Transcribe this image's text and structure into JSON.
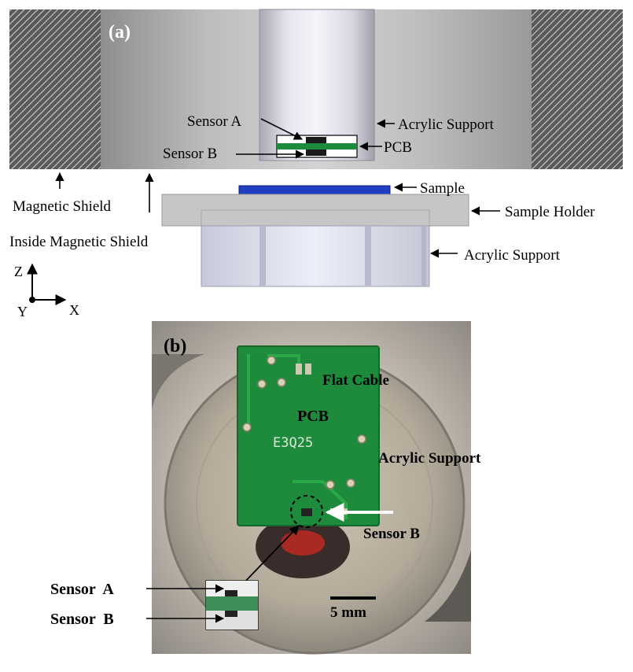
{
  "panel_a": {
    "label": "(a)",
    "labels": {
      "sensor_a": "Sensor A",
      "sensor_b": "Sensor B",
      "acrylic_support_top": "Acrylic Support",
      "pcb": "PCB",
      "sample": "Sample",
      "sample_holder": "Sample Holder",
      "acrylic_support_bottom": "Acrylic Support",
      "magnetic_shield": "Magnetic Shield",
      "inside_magnetic_shield": "Inside Magnetic Shield"
    },
    "axes": {
      "z": "Z",
      "y": "Y",
      "x": "X"
    }
  },
  "panel_b": {
    "label": "(b)",
    "labels": {
      "flat_cable": "Flat Cable",
      "pcb": "PCB",
      "pcb_code": "E3Q25",
      "acrylic_support": "Acrylic Support",
      "sensor_b": "Sensor B",
      "inset_sensor_a": "Sensor  A",
      "inset_sensor_b": "Sensor  B",
      "scale_bar": "5 mm"
    }
  },
  "colors": {
    "pcb_green": "#1e8a3c",
    "sample_blue": "#1f3fc0",
    "shield_hatch": "#3b3b3b"
  }
}
